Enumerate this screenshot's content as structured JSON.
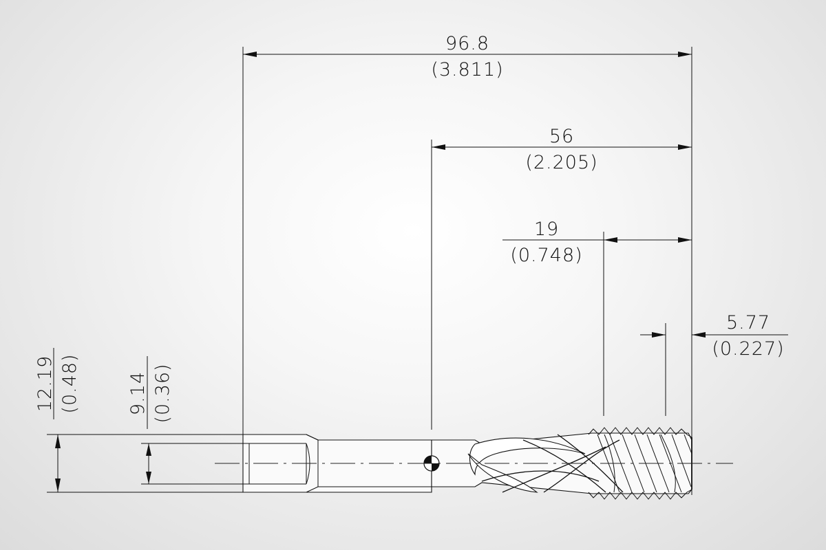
{
  "dimensions": {
    "overall_length": {
      "metric": "96.8",
      "imperial": "(3.811)"
    },
    "thread_body_length": {
      "metric": "56",
      "imperial": "(2.205)"
    },
    "thread_length": {
      "metric": "19",
      "imperial": "(0.748)"
    },
    "chamfer_length": {
      "metric": "5.77",
      "imperial": "(0.227)"
    },
    "shank_diameter": {
      "metric": "12.19",
      "imperial": "(0.48)"
    },
    "square_size": {
      "metric": "9.14",
      "imperial": "(0.36)"
    }
  },
  "colors": {
    "line": "#111111",
    "background": "#f2f2f2"
  }
}
